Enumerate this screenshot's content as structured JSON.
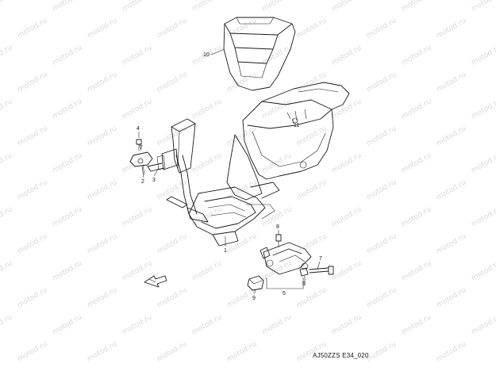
{
  "watermark": "motod.ru",
  "diagram_code": "AJ50ZZS E34_020",
  "callouts": [
    {
      "id": "1",
      "label": "1"
    },
    {
      "id": "2",
      "label": "2"
    },
    {
      "id": "3",
      "label": "3"
    },
    {
      "id": "4",
      "label": "4"
    },
    {
      "id": "5",
      "label": "5"
    },
    {
      "id": "6",
      "label": "6"
    },
    {
      "id": "7",
      "label": "7"
    },
    {
      "id": "8",
      "label": "8"
    },
    {
      "id": "9",
      "label": "9"
    },
    {
      "id": "10",
      "label": "10"
    },
    {
      "id": "11",
      "label": "11"
    }
  ],
  "icons": {
    "direction_arrow": "front-direction-arrow-icon"
  }
}
